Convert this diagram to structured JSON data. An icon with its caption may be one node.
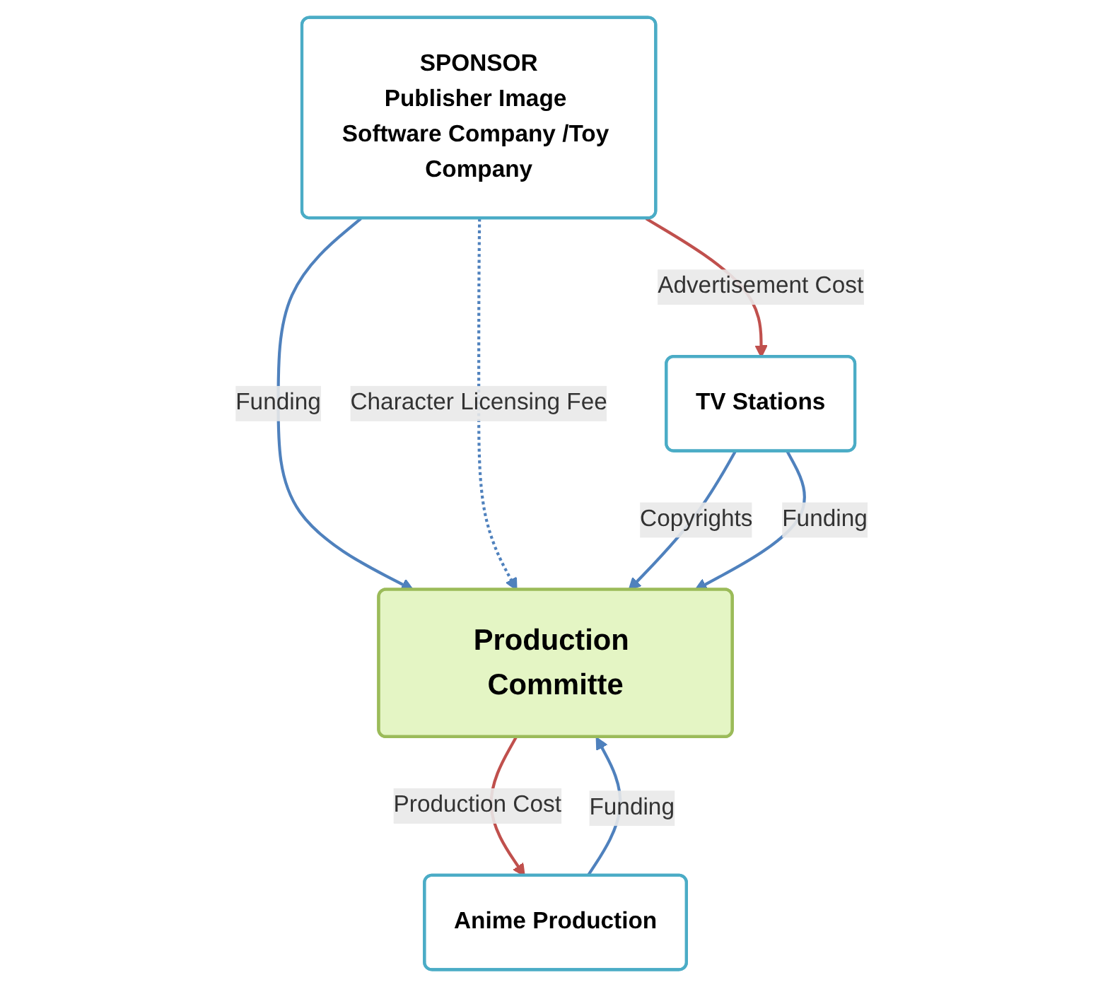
{
  "diagram": {
    "nodes": [
      {
        "text": [
          "SPONSOR",
          "Publisher Image Software Company /Toy Company"
        ]
      },
      {
        "text": [
          "Production Committe"
        ]
      },
      {
        "text": [
          "TV Stations"
        ]
      },
      {
        "text": [
          "Anime Production"
        ]
      }
    ],
    "edges": [
      {
        "from": 0,
        "to": 2,
        "arrow": "to",
        "label": "Advertisement Cost",
        "color": "#c0504d"
      },
      {
        "from": 0,
        "to": 1,
        "arrow": "to",
        "label": "Funding"
      },
      {
        "from": 0,
        "to": 1,
        "arrow": "to",
        "label": "Character Licensing Fee",
        "style": "dashed"
      },
      {
        "from": 2,
        "to": 1,
        "arrow": "to",
        "label": "Copyrights"
      },
      {
        "from": 2,
        "to": 1,
        "arrow": "to",
        "label": "Funding"
      },
      {
        "from": 3,
        "to": 1,
        "arrow": "to",
        "label": "Funding"
      },
      {
        "from": 1,
        "to": 3,
        "arrow": "to",
        "label": "Production Cost",
        "color": "#c0504d"
      }
    ]
  }
}
